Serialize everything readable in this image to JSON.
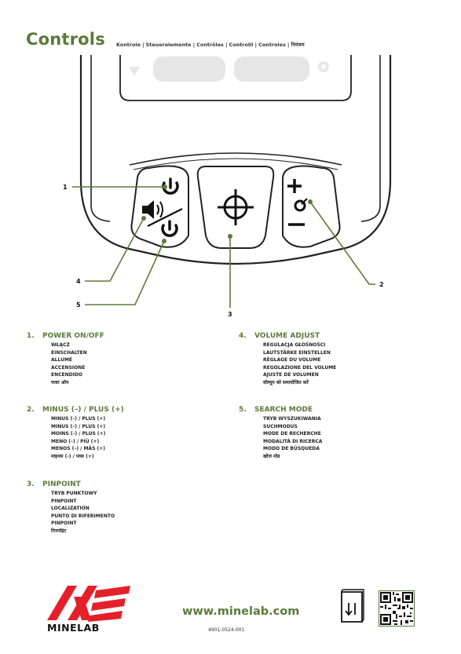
{
  "header": {
    "title": "Controls",
    "subtitle": "Kontrole | Steuerelemente | Contrôles | Controlli | Controles | नियंत्रण"
  },
  "callouts": [
    "1",
    "2",
    "3",
    "4",
    "5"
  ],
  "sections": [
    {
      "number": "1.",
      "heading": "POWER ON/OFF",
      "lines": [
        "WŁĄCZ",
        "EINSCHALTEN",
        "ALLUMÉ",
        "ACCENSIONE",
        "ENCENDIDO",
        "पावर ऑन"
      ]
    },
    {
      "number": "2.",
      "heading": "MINUS (–) / PLUS (+)",
      "lines": [
        "MINUS (–) / PLUS (+)",
        "MINUS (–) / PLUS (+)",
        "MOINS (–) / PLUS (+)",
        "MENO (–) / PIÙ (+)",
        "MENOS (–) / MÁS (+)",
        "माइनस (-) / प्लस (+)"
      ]
    },
    {
      "number": "3.",
      "heading": "PINPOINT",
      "lines": [
        "TRYB PUNKTOWY",
        "PINPOINT",
        "LOCALIZATION",
        "PUNTO DI RIFERIMENTO",
        "PINPOINT",
        "पिनपॉइंट"
      ]
    },
    {
      "number": "4.",
      "heading": "VOLUME ADJUST",
      "lines": [
        "REGULACJA GŁOŚNOŚCI",
        "LAUTSTÄRKE EINSTELLEN",
        "RÉGLAGE DU VOLUME",
        "REGOLAZIONE DEL VOLUME",
        "AJUSTE DE VOLUMEN",
        "वॉल्यूम को समायोजित करें"
      ]
    },
    {
      "number": "5.",
      "heading": "SEARCH MODE",
      "lines": [
        "TRYB WYSZUKIWANIA",
        "SUCHMODUS",
        "MODE DE RECHERCHE",
        "MODALITÀ DI RICERCA",
        "MODO DE BÚSQUEDA",
        "खोज मोड"
      ]
    }
  ],
  "footer": {
    "brand": "MINELAB",
    "url": "www.minelab.com",
    "part_number": "4901-0524-001"
  },
  "colors": {
    "accent_green": "#5b7a3a",
    "logo_red": "#e4202a",
    "screen_gray": "#e6e6e6"
  }
}
